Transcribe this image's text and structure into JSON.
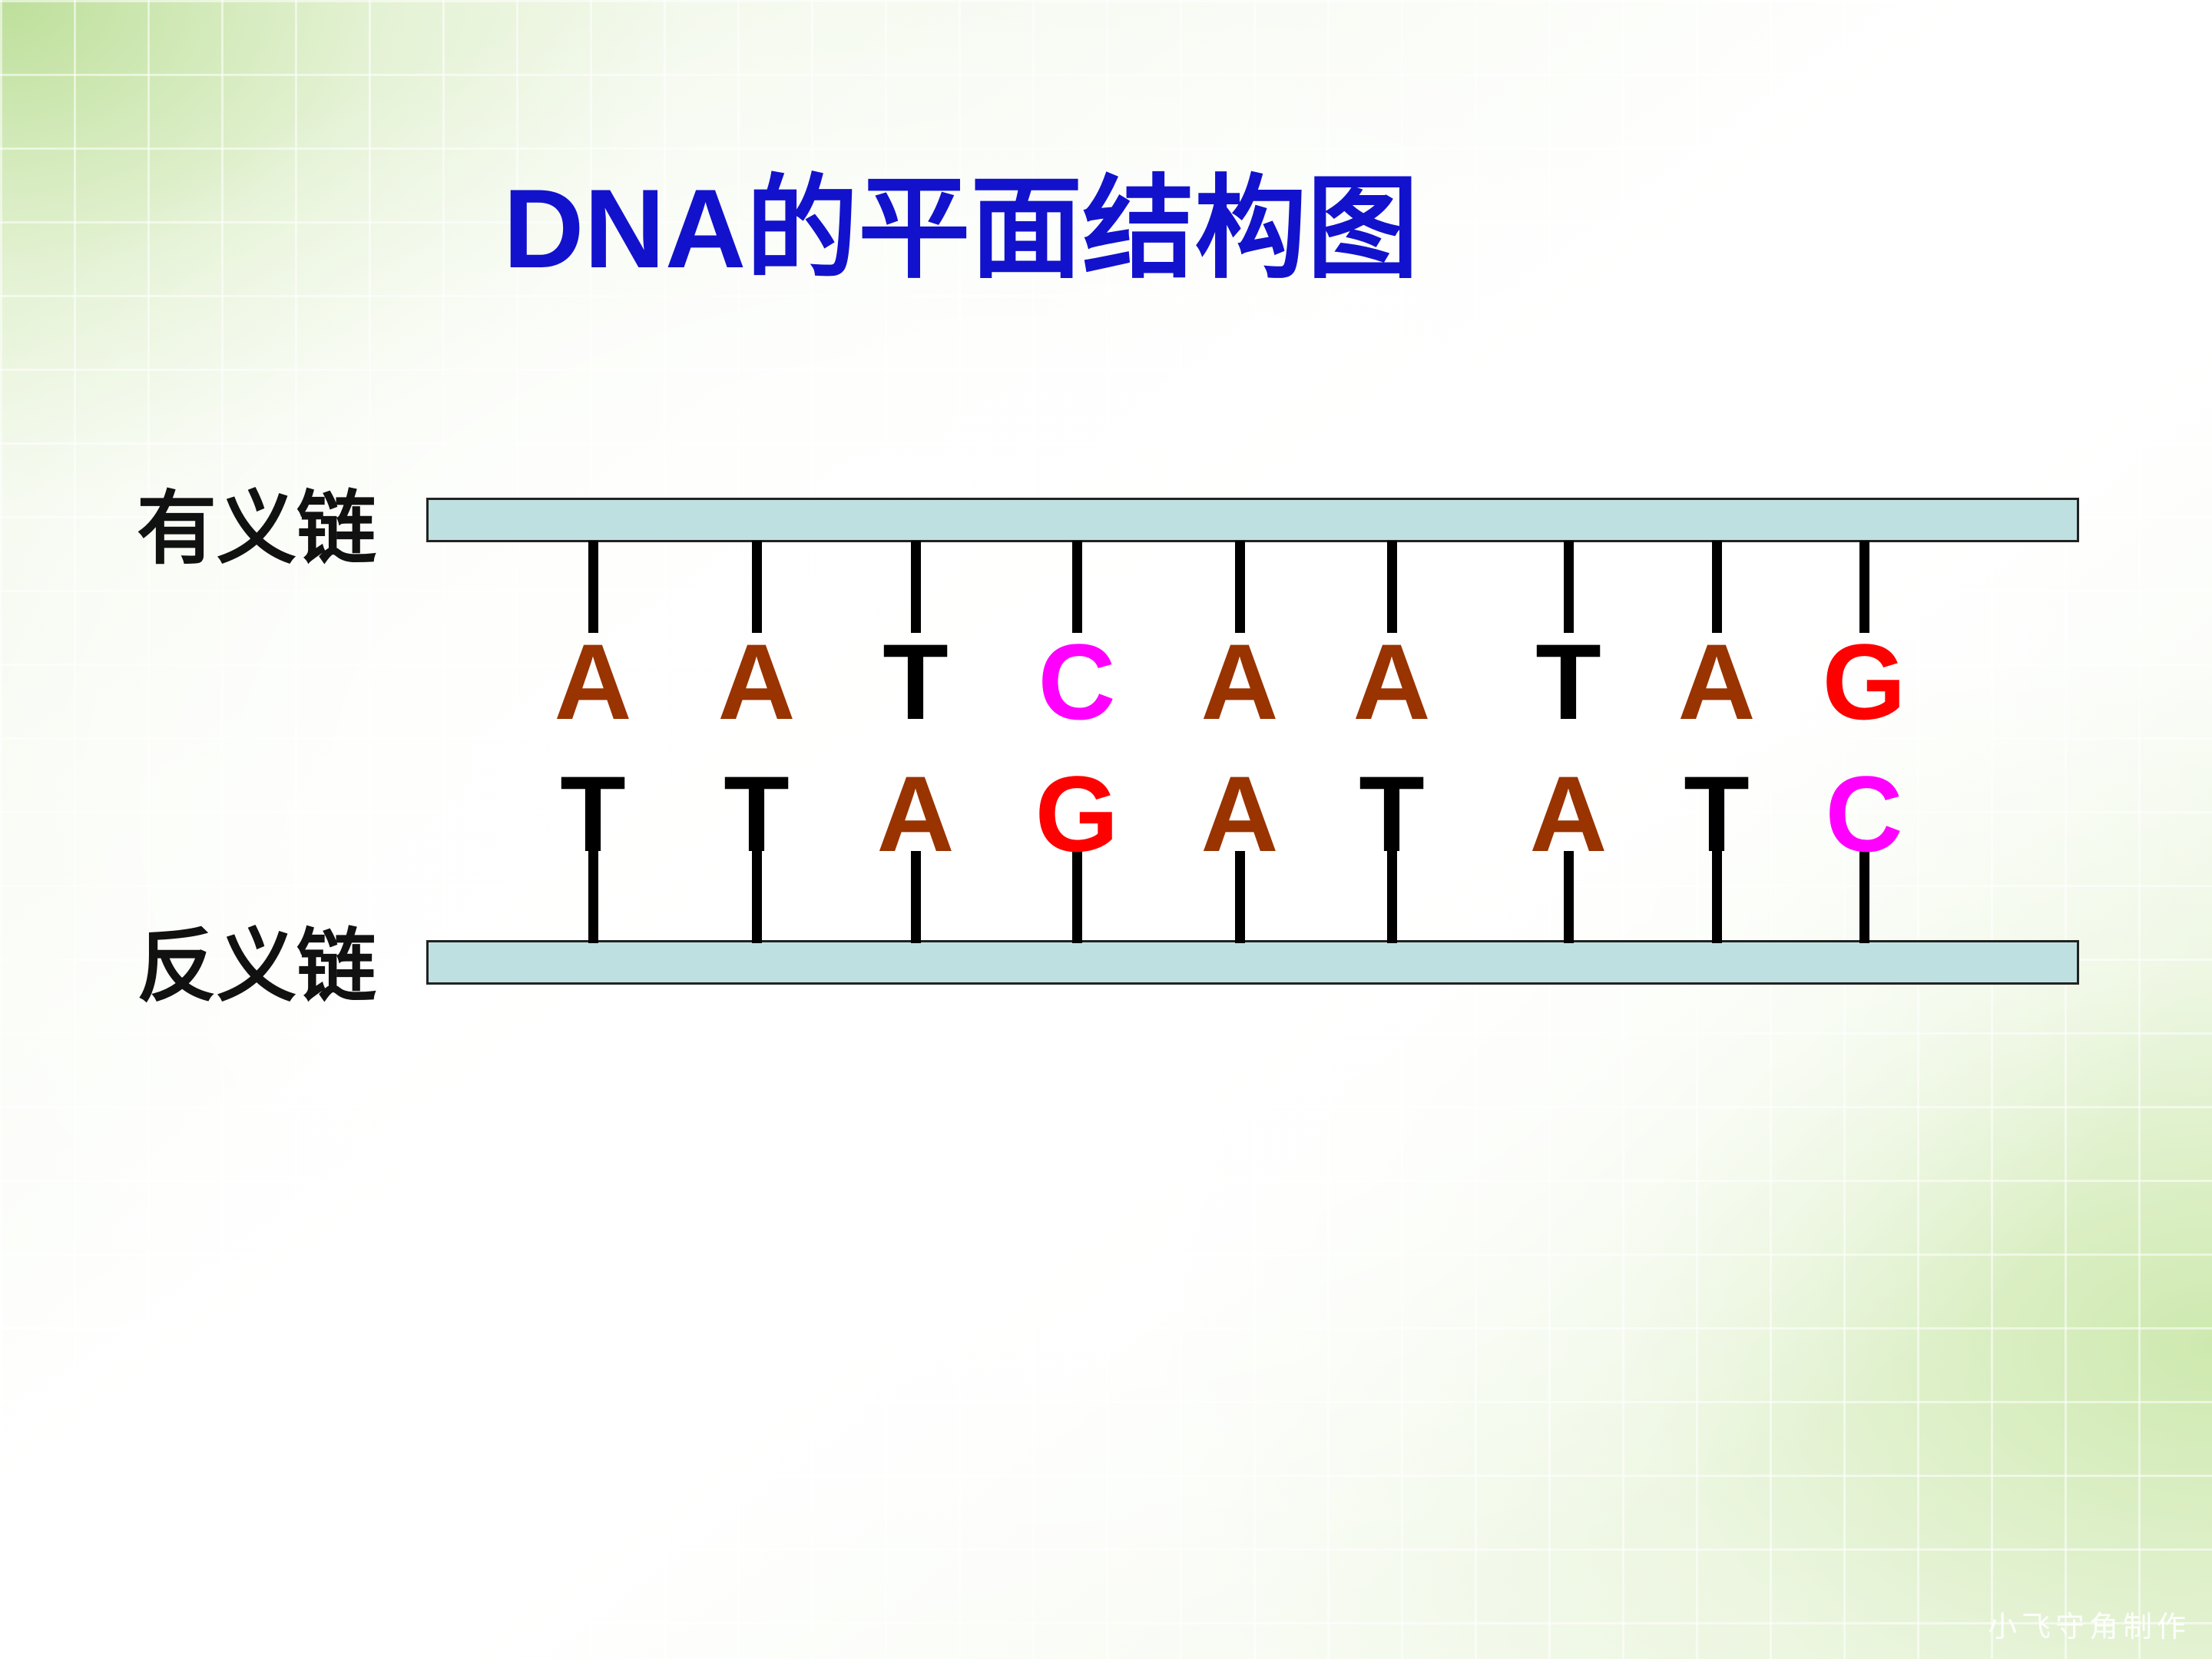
{
  "title": "DNA的平面结构图",
  "labels": {
    "sense_strand": "有义链",
    "antisense_strand": "反义链"
  },
  "base_pairs": [
    {
      "top": "A",
      "bottom": "T"
    },
    {
      "top": "A",
      "bottom": "T"
    },
    {
      "top": "T",
      "bottom": "A"
    },
    {
      "top": "C",
      "bottom": "G"
    },
    {
      "top": "A",
      "bottom": "A"
    },
    {
      "top": "A",
      "bottom": "T"
    },
    {
      "top": "T",
      "bottom": "A"
    },
    {
      "top": "A",
      "bottom": "T"
    },
    {
      "top": "G",
      "bottom": "C"
    }
  ],
  "base_colors": {
    "A": "#993300",
    "T": "#000000",
    "C": "#ff00ff",
    "G": "#ff0000"
  },
  "colors": {
    "title": "#1212cc",
    "backbone": "#bfe0e0"
  },
  "watermark": "小飞守角制作"
}
